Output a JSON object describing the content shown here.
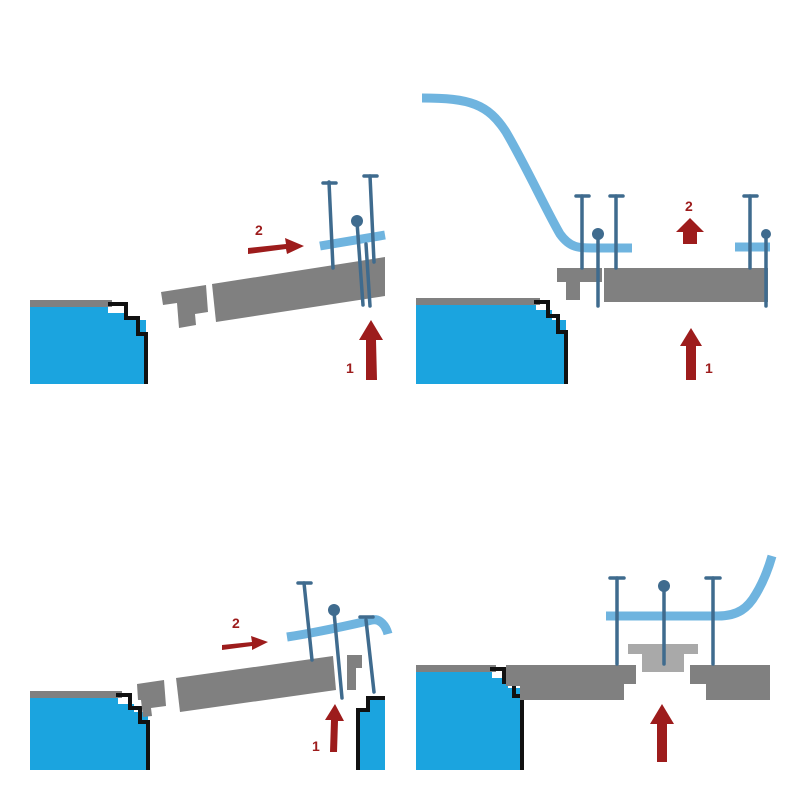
{
  "colors": {
    "water": "#1ba4df",
    "coping_edge": "#111111",
    "stone": "#808080",
    "stone_light": "#a9a9a9",
    "lifter": "#6fb4df",
    "rod": "#3f6b8e",
    "arrow": "#9d1c1c"
  },
  "panels": [
    {
      "id": "top-left",
      "arrow_labels": [
        "1",
        "2"
      ]
    },
    {
      "id": "top-right",
      "arrow_labels": [
        "1",
        "2"
      ]
    },
    {
      "id": "bottom-left",
      "arrow_labels": [
        "1",
        "2"
      ]
    },
    {
      "id": "bottom-right",
      "arrow_labels": []
    }
  ]
}
